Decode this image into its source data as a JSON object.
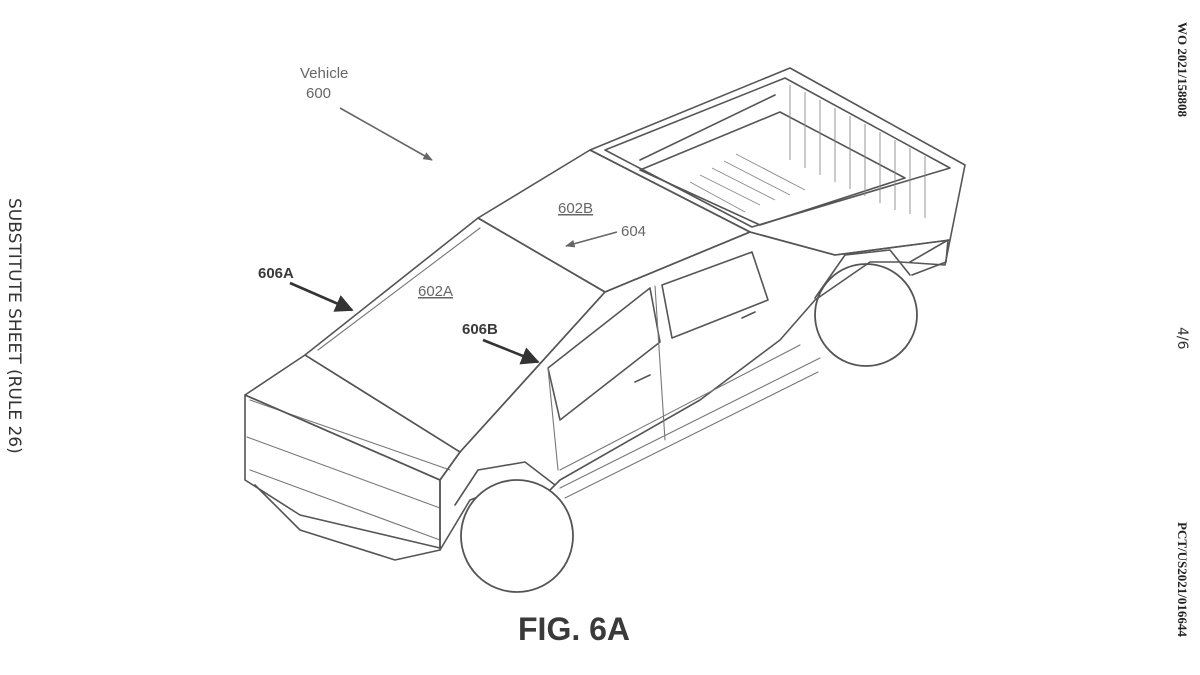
{
  "labels": {
    "vehicle_word": "Vehicle",
    "vehicle_number": "600",
    "panel_602b": "602B",
    "panel_604": "604",
    "panel_602a": "602A",
    "arrow_606a": "606A",
    "arrow_606b": "606B"
  },
  "figure_caption": "FIG. 6A",
  "margins": {
    "left_vertical": "SUBSTITUTE SHEET (RULE 26)",
    "right_top": "WO 2021/158808",
    "right_middle": "4/6",
    "right_bottom": "PCT/US2021/016644"
  }
}
